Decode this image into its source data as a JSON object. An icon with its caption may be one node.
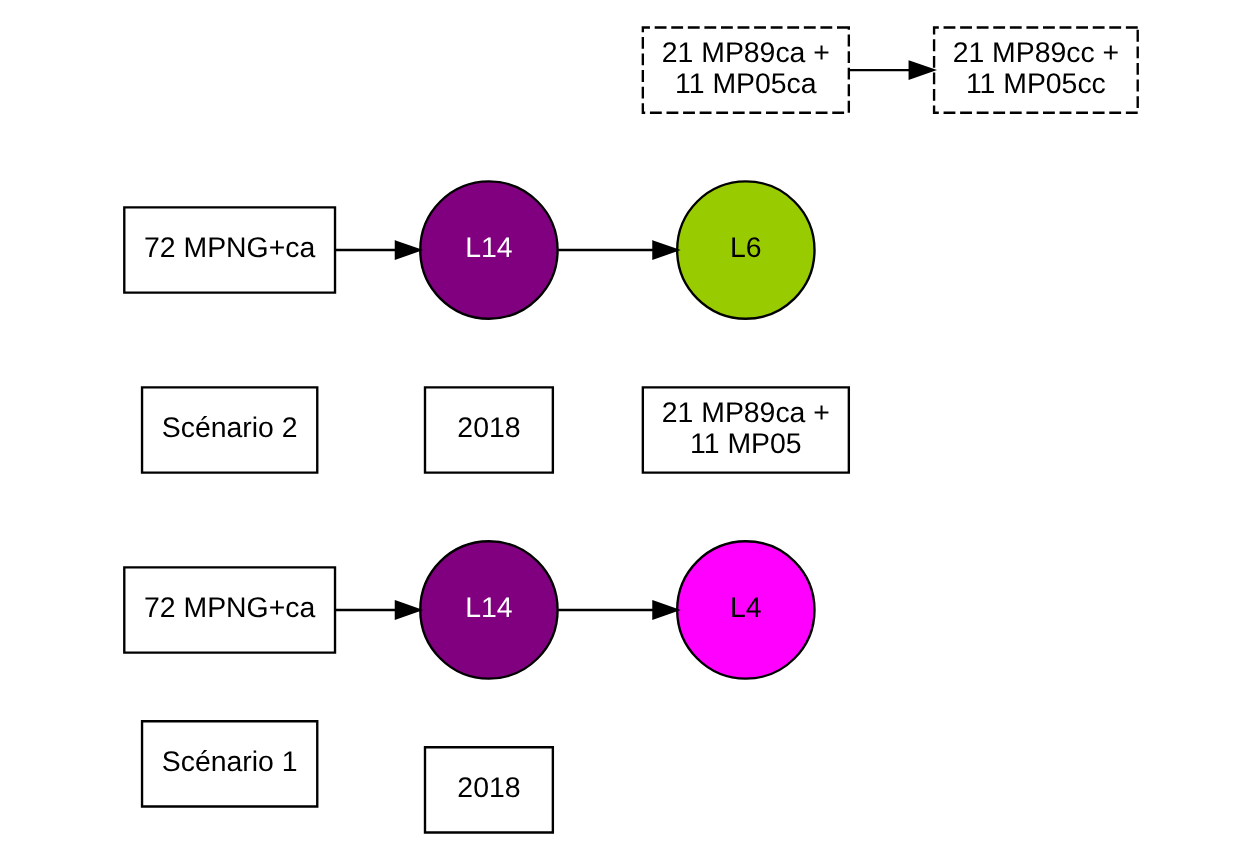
{
  "diagram": {
    "nodes": [
      {
        "text": [
          "Scénario 1"
        ]
      },
      {
        "text": [
          "2018"
        ]
      },
      {
        "text": [
          "72 MPNG+ca"
        ]
      },
      {
        "text": [
          "L14"
        ]
      },
      {
        "text": [
          "21 MP89ca + 11 MP05"
        ]
      },
      {
        "text": [
          "L4"
        ]
      },
      {
        "text": [
          "Scénario 2"
        ]
      },
      {
        "text": [
          "2018"
        ]
      },
      {
        "text": [
          "72 MPNG+ca"
        ]
      },
      {
        "text": [
          "L14"
        ]
      },
      {
        "text": [
          "21 MP89ca + 11 MP05ca"
        ]
      },
      {
        "text": [
          "L6"
        ]
      },
      {
        "text": [
          "21 MP89cc + 11 MP05cc"
        ]
      }
    ],
    "edges": [
      {
        "from": 2,
        "to": 3,
        "arrow": "to"
      },
      {
        "from": 3,
        "to": 5,
        "arrow": "to"
      },
      {
        "from": 8,
        "to": 9,
        "arrow": "to"
      },
      {
        "from": 9,
        "to": 11,
        "arrow": "to"
      },
      {
        "from": 10,
        "to": 12,
        "arrow": "to"
      }
    ]
  }
}
